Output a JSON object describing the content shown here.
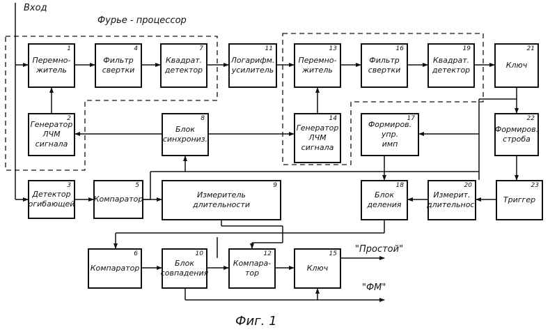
{
  "labels": {
    "input": "Вход",
    "fourier_processor": "Фурье - процессор",
    "output_simple": "\"Простой\"",
    "output_fm": "\"ФМ\"",
    "figure_caption": "Фиг. 1"
  },
  "blocks": [
    {
      "num": "1",
      "text": "Перемно-\nжитель"
    },
    {
      "num": "2",
      "text": "Генератор\nЛЧМ\nсигнала"
    },
    {
      "num": "3",
      "text": "Детектор\nогибающей"
    },
    {
      "num": "4",
      "text": "Фильтр\nсвертки"
    },
    {
      "num": "5",
      "text": "Компаратор"
    },
    {
      "num": "6",
      "text": "Компаратор"
    },
    {
      "num": "7",
      "text": "Квадрат.\nдетектор"
    },
    {
      "num": "8",
      "text": "Блок\nсинхрониз."
    },
    {
      "num": "9",
      "text": "Измеритель\nдлительности"
    },
    {
      "num": "10",
      "text": "Блок\nсовпадения"
    },
    {
      "num": "11",
      "text": "Логарифм.\nусилитель"
    },
    {
      "num": "12",
      "text": "Компара-\nтор"
    },
    {
      "num": "13",
      "text": "Перемно-\nжитель"
    },
    {
      "num": "14",
      "text": "Генератор\nЛЧМ\nсигнала"
    },
    {
      "num": "15",
      "text": "Ключ"
    },
    {
      "num": "16",
      "text": "Фильтр\nсвертки"
    },
    {
      "num": "17",
      "text": "Формиров.\nупр.\nимп"
    },
    {
      "num": "18",
      "text": "Блок\nделения"
    },
    {
      "num": "19",
      "text": "Квадрат.\nдетектор"
    },
    {
      "num": "20",
      "text": "Измерит.\nдлительнос."
    },
    {
      "num": "21",
      "text": "Ключ"
    },
    {
      "num": "22",
      "text": "Формиров.\nстроба"
    },
    {
      "num": "23",
      "text": "Триггер"
    }
  ]
}
